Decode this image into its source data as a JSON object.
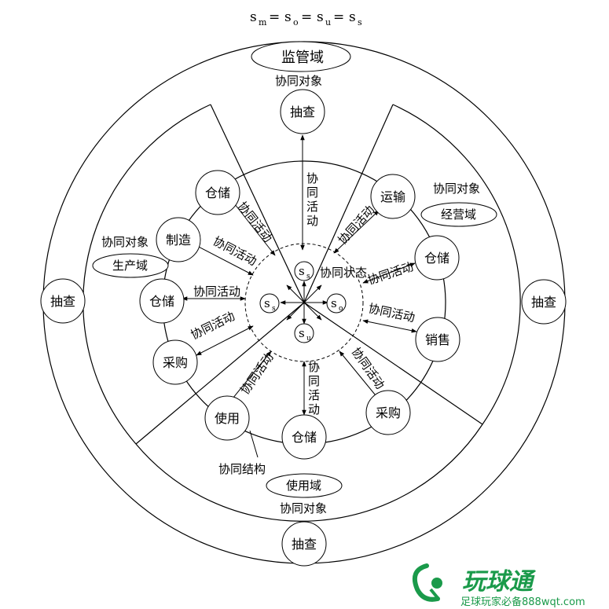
{
  "title": {
    "s1": "s",
    "m": "m",
    "eq1": "=",
    "s2": "s",
    "o": "o",
    "eq2": "=",
    "s3": "s",
    "u": "u",
    "eq3": "=",
    "s4": "s",
    "s": "s"
  },
  "domains": {
    "supervision": "监管域",
    "production": "生产域",
    "operation": "经营域",
    "usage": "使用域"
  },
  "labels": {
    "collab_object": "协同对象",
    "collab_activity": "协同活动",
    "collab_state": "协同状态",
    "collab_structure": "协同结构",
    "collab_activity_chars": [
      "协",
      "同",
      "活",
      "动"
    ]
  },
  "nodes": {
    "inspect": "抽查",
    "storage": "仓储",
    "manufacture": "制造",
    "purchase": "采购",
    "use": "使用",
    "transport": "运输",
    "sales": "销售"
  },
  "center": {
    "s": "s",
    "s_sub": "s",
    "o_sub": "o",
    "u_sub": "u"
  },
  "watermark": {
    "brand": "玩球通",
    "caption": "足球玩家必备888wqt.com"
  }
}
